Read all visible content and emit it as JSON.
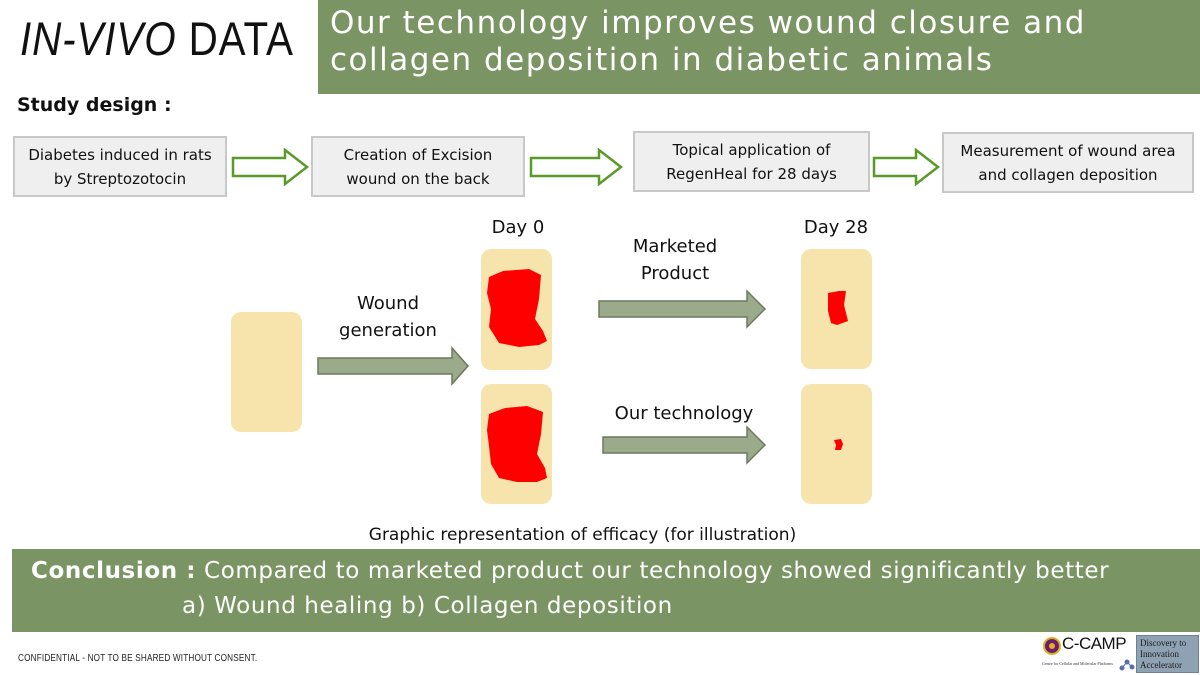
{
  "header": {
    "title_italic": "IN-VIVO",
    "title_plain": "DATA",
    "headline": "Our technology improves wound closure and collagen deposition in diabetic animals"
  },
  "study_design": {
    "label": "Study design :",
    "steps": [
      {
        "line1": "Diabetes induced in rats",
        "line2": "by Streptozotocin"
      },
      {
        "line1": "Creation of Excision",
        "line2": "wound on the back"
      },
      {
        "line1": "Topical application of",
        "line2": "RegenHeal for 28 days"
      },
      {
        "line1": "Measurement of wound area",
        "line2": "and collagen deposition"
      }
    ]
  },
  "illustration": {
    "day0_label": "Day 0",
    "day28_label": "Day 28",
    "wound_generation_line1": "Wound",
    "wound_generation_line2": "generation",
    "marketed_line1": "Marketed",
    "marketed_line2": "Product",
    "our_technology": "Our technology",
    "caption": "Graphic representation of efficacy (for illustration)"
  },
  "conclusion": {
    "label": "Conclusion :",
    "text": "Compared to marketed product our technology showed significantly better",
    "points": "a) Wound healing  b) Collagen deposition"
  },
  "footer": {
    "confidential": "CONFIDENTIAL - NOT TO BE SHARED WITHOUT CONSENT."
  },
  "logos": {
    "ccamp": "C-CAMP",
    "ccamp_sub": "Centre for Cellular and Molecular Platforms",
    "dia_line1": "Discovery to",
    "dia_line2": "Innovation",
    "dia_line3": "Accelerator"
  },
  "colors": {
    "green_band": "#7a9463",
    "wound_red": "#ff0000",
    "skin_beige": "#f7e4ac",
    "arrow_green_outline": "#5a9a2a",
    "arrow_fill_gray": "#9aaa8a"
  }
}
